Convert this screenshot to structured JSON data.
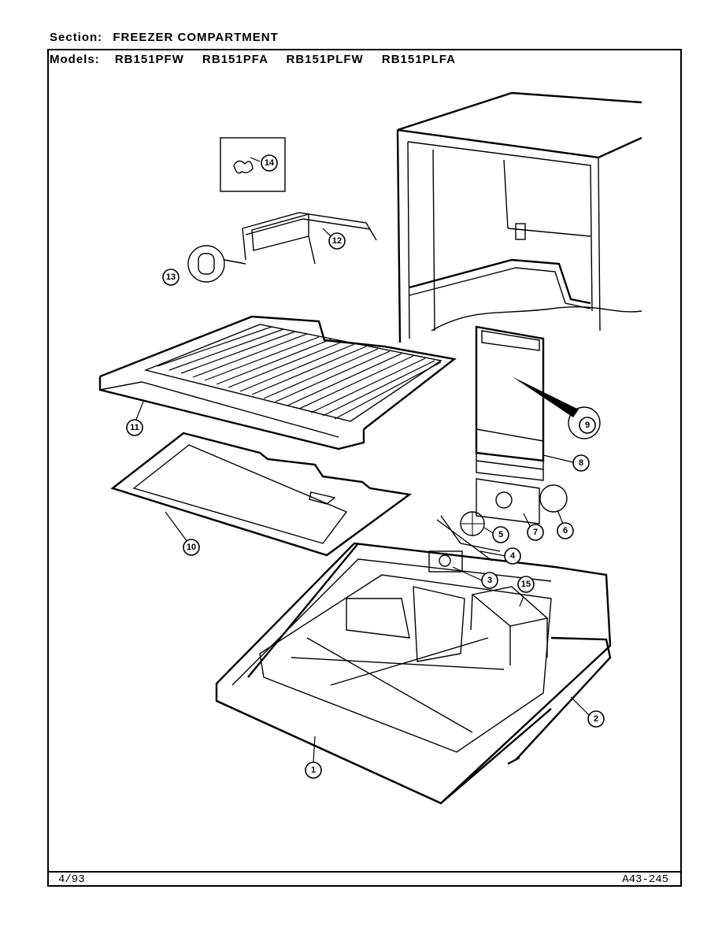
{
  "header": {
    "section_label": "Section:",
    "section_value": "FREEZER COMPARTMENT",
    "models_label": "Models:",
    "models": [
      "RB151PFW",
      "RB151PFA",
      "RB151PLFW",
      "RB151PLFA"
    ]
  },
  "footer": {
    "date": "4/93",
    "code": "A43-245"
  },
  "callouts": [
    "1",
    "2",
    "3",
    "4",
    "5",
    "6",
    "7",
    "8",
    "9",
    "10",
    "11",
    "12",
    "13",
    "14",
    "15"
  ]
}
